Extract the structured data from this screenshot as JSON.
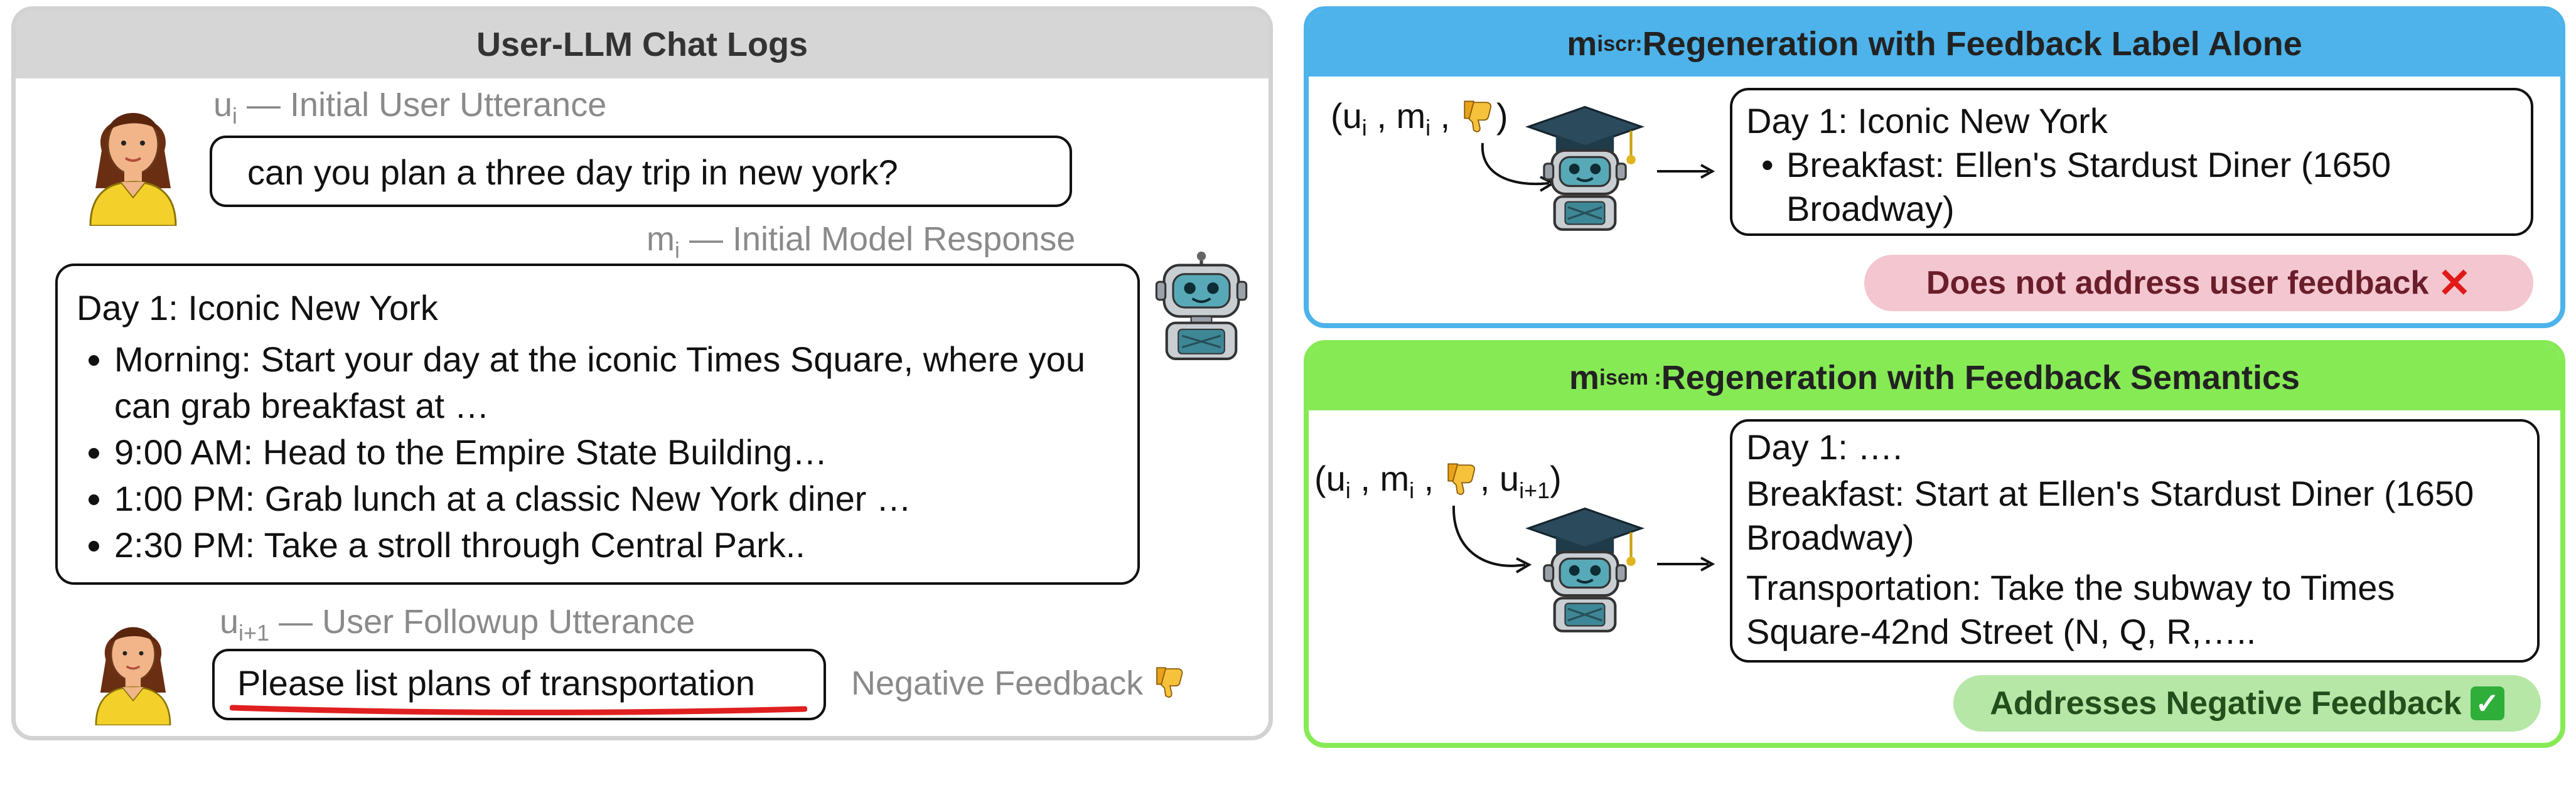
{
  "left_panel": {
    "title": "User-LLM Chat Logs",
    "initial_user": {
      "symbol": "u",
      "subscript": "i",
      "label": " — Initial User Utterance",
      "text": "can you plan a three day trip in new york?"
    },
    "initial_model": {
      "symbol": "m",
      "subscript": "i",
      "label": " — Initial Model Response",
      "title": "Day 1: Iconic New York",
      "items": [
        "Morning: Start your day at the iconic Times Square, where you can grab breakfast at …",
        "9:00 AM: Head to the Empire State Building…",
        "1:00 PM: Grab lunch at a classic New York diner …",
        "2:30 PM: Take a stroll through Central Park.."
      ]
    },
    "followup": {
      "symbol": "u",
      "subscript": "i+1",
      "label": " — User Followup Utterance",
      "text": "Please list plans of transportation",
      "feedback": "Negative Feedback"
    }
  },
  "top_panel": {
    "title_symbol": "m",
    "title_sub": "i",
    "title_sup": "scr:",
    "title_text": " Regeneration with Feedback Label Alone",
    "tuple": {
      "open": "(u",
      "sub1": "i",
      "mid": " , m",
      "sub2": "i",
      "sep": " , ",
      "close": ")"
    },
    "out_title": "Day 1: Iconic New York",
    "out_item": "Breakfast: Ellen's Stardust Diner (1650 Broadway)",
    "verdict": "Does not address user feedback",
    "verdict_icon": "✕"
  },
  "bottom_panel": {
    "title_symbol": "m",
    "title_sub": "i",
    "title_sup": "sem :",
    "title_text": " Regeneration with Feedback Semantics",
    "tuple": {
      "open": "(u",
      "sub1": "i",
      "mid": " , m",
      "sub2": "i",
      "sep": " , ",
      "mid2": ", u",
      "sub3": "i+1",
      "close": ")"
    },
    "out_line1": "Day 1: ….",
    "out_line2": "Breakfast: Start at Ellen's Stardust Diner (1650 Broadway)",
    "out_line3": "Transportation: Take the subway to Times Square-42nd Street (N, Q, R,…..",
    "verdict": "Addresses Negative Feedback",
    "verdict_icon": "✓"
  },
  "colors": {
    "left_header": "#d6d6d6",
    "top_accent": "#4db3ea",
    "bottom_accent": "#86ea55",
    "red_pill": "#f4c6cf",
    "green_pill": "#b6e7a7",
    "underline": "#e02020"
  },
  "icons": [
    "woman-avatar-icon",
    "robot-icon",
    "graduation-robot-icon",
    "thumbs-down-icon",
    "cross-mark-icon",
    "check-mark-icon"
  ]
}
